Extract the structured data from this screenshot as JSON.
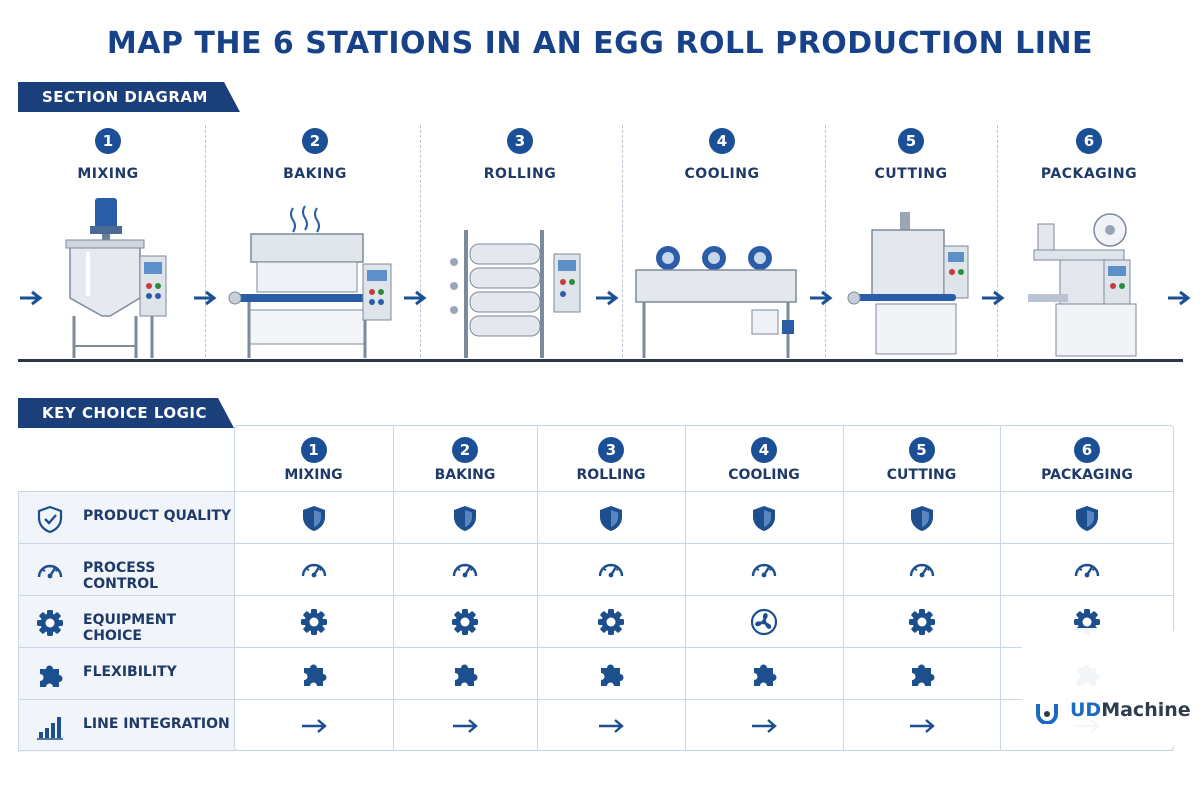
{
  "title": "MAP THE 6 STATIONS IN AN EGG ROLL PRODUCTION LINE",
  "sections": {
    "diagram": "SECTION DIAGRAM",
    "logic": "KEY CHOICE LOGIC"
  },
  "stations": [
    {
      "num": "1",
      "label": "MIXING"
    },
    {
      "num": "2",
      "label": "BAKING"
    },
    {
      "num": "3",
      "label": "ROLLING"
    },
    {
      "num": "4",
      "label": "COOLING"
    },
    {
      "num": "5",
      "label": "CUTTING"
    },
    {
      "num": "6",
      "label": "PACKAGING"
    }
  ],
  "criteria": [
    {
      "label": "PRODUCT QUALITY",
      "icon": "shield-check-icon",
      "cell_icons": [
        "shield-icon",
        "shield-icon",
        "shield-icon",
        "shield-icon",
        "shield-icon",
        "shield-icon"
      ]
    },
    {
      "label": "PROCESS CONTROL",
      "icon": "gauge-icon",
      "cell_icons": [
        "gauge-icon",
        "gauge-icon",
        "gauge-icon",
        "gauge-icon",
        "gauge-icon",
        "gauge-icon"
      ]
    },
    {
      "label": "EQUIPMENT CHOICE",
      "icon": "gear-icon",
      "cell_icons": [
        "gear-icon",
        "gear-icon",
        "gear-icon",
        "fan-icon",
        "gear-icon",
        "gear-icon"
      ]
    },
    {
      "label": "FLEXIBILITY",
      "icon": "puzzle-icon",
      "cell_icons": [
        "puzzle-icon",
        "puzzle-icon",
        "puzzle-icon",
        "puzzle-icon",
        "puzzle-icon",
        "puzzle-icon"
      ]
    },
    {
      "label": "LINE INTEGRATION",
      "icon": "bar-chart-icon",
      "cell_icons": [
        "arrow-right-icon",
        "arrow-right-icon",
        "arrow-right-icon",
        "arrow-right-icon",
        "arrow-right-icon",
        "arrow-right-icon"
      ]
    }
  ],
  "logo": {
    "part1": "UD",
    "part2": "Machine"
  },
  "colors": {
    "primary": "#1b3f7a",
    "accent": "#1b4f96",
    "icon": "#1d4f8f",
    "grid": "#c9d6e6"
  }
}
